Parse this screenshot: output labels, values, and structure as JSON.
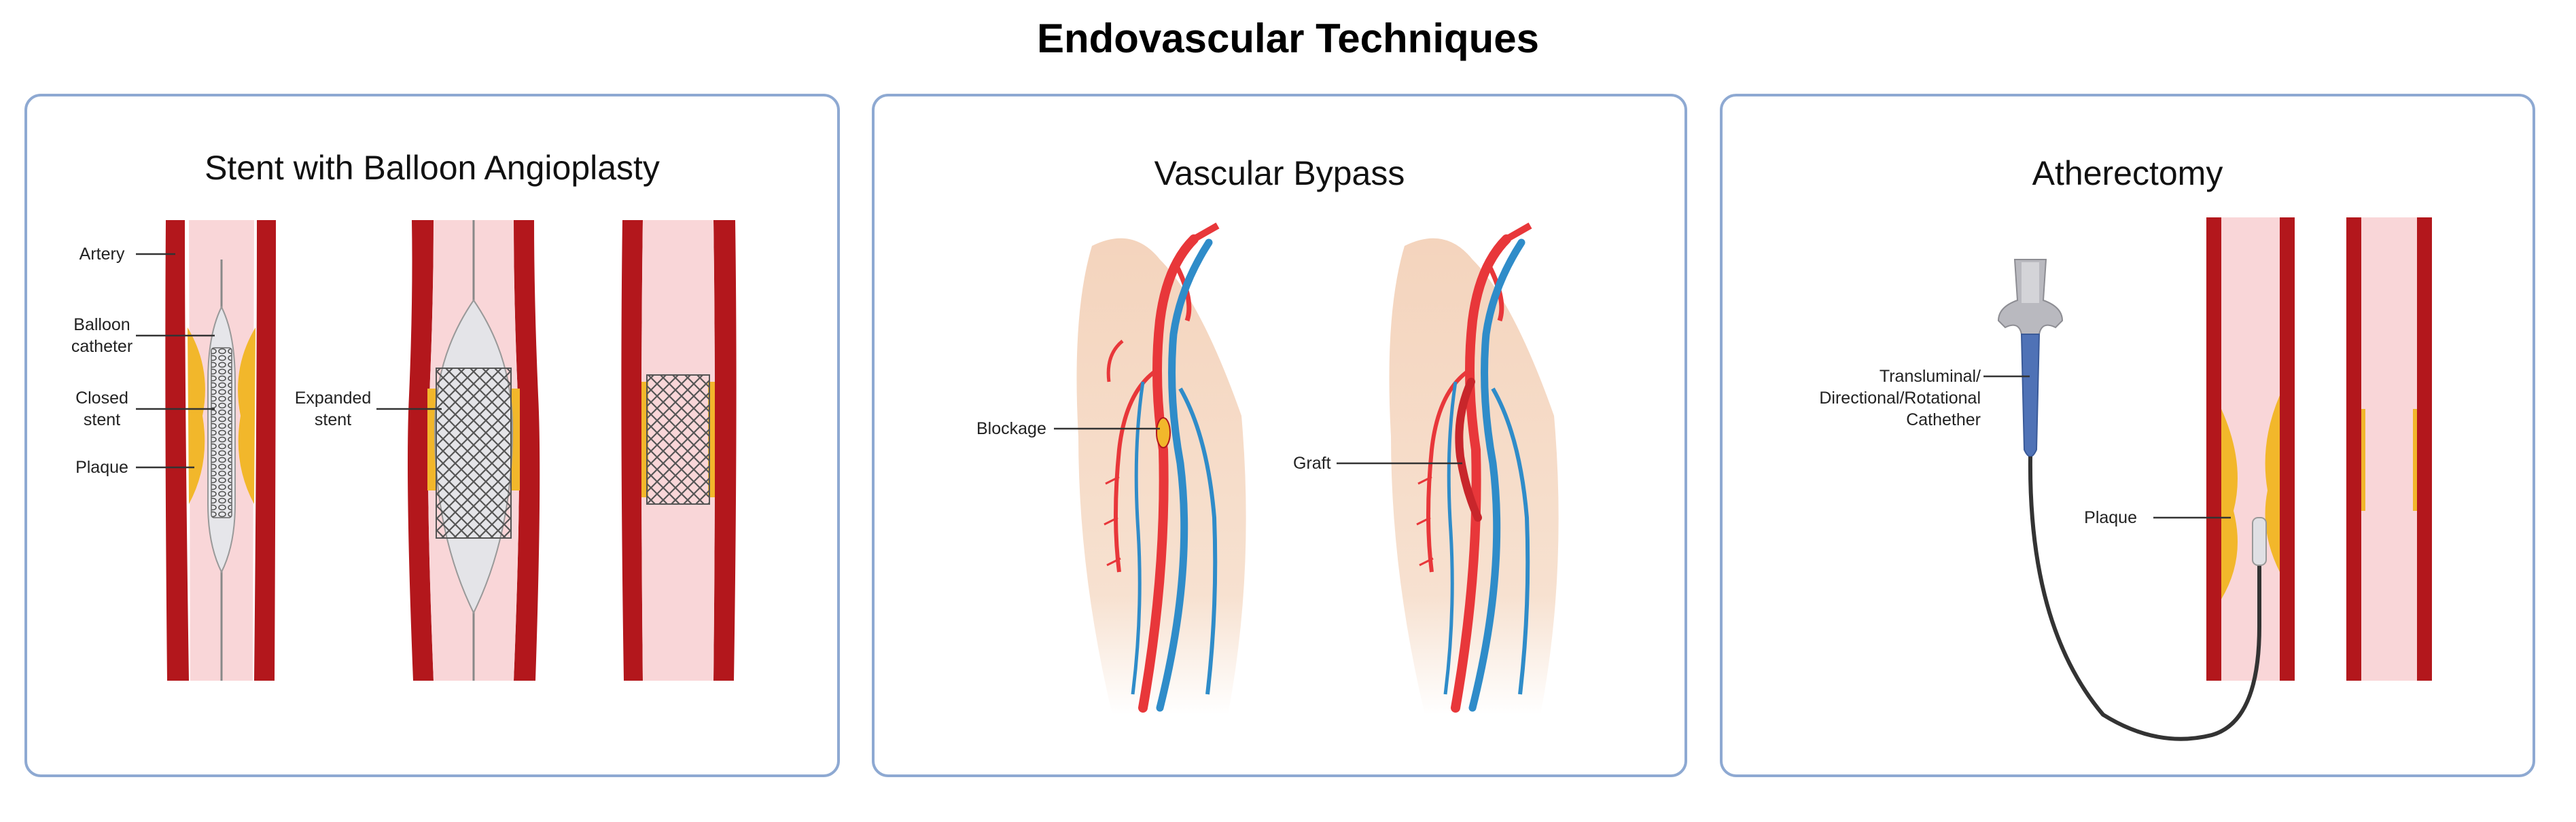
{
  "title": "Endovascular Techniques",
  "panels": {
    "stent": {
      "title": "Stent with Balloon Angioplasty",
      "labels": {
        "artery": "Artery",
        "balloon_1": "Balloon",
        "balloon_2": "catheter",
        "closed_1": "Closed",
        "closed_2": "stent",
        "plaque": "Plaque",
        "expanded_1": "Expanded",
        "expanded_2": "stent"
      }
    },
    "bypass": {
      "title": "Vascular Bypass",
      "labels": {
        "blockage": "Blockage",
        "graft": "Graft"
      }
    },
    "atherectomy": {
      "title": "Atherectomy",
      "labels": {
        "catheter_1": "Transluminal/",
        "catheter_2": "Directional/Rotational",
        "catheter_3": "Cathether",
        "plaque": "Plaque"
      }
    }
  },
  "colors": {
    "vessel_wall": "#b3171c",
    "vessel_inner": "#f9d6d8",
    "plaque": "#f2b72b",
    "artery_red": "#e8373a",
    "vein_blue": "#2f8cc9",
    "skin": "#f6dcc7",
    "panel_border": "#8ea9d2"
  }
}
